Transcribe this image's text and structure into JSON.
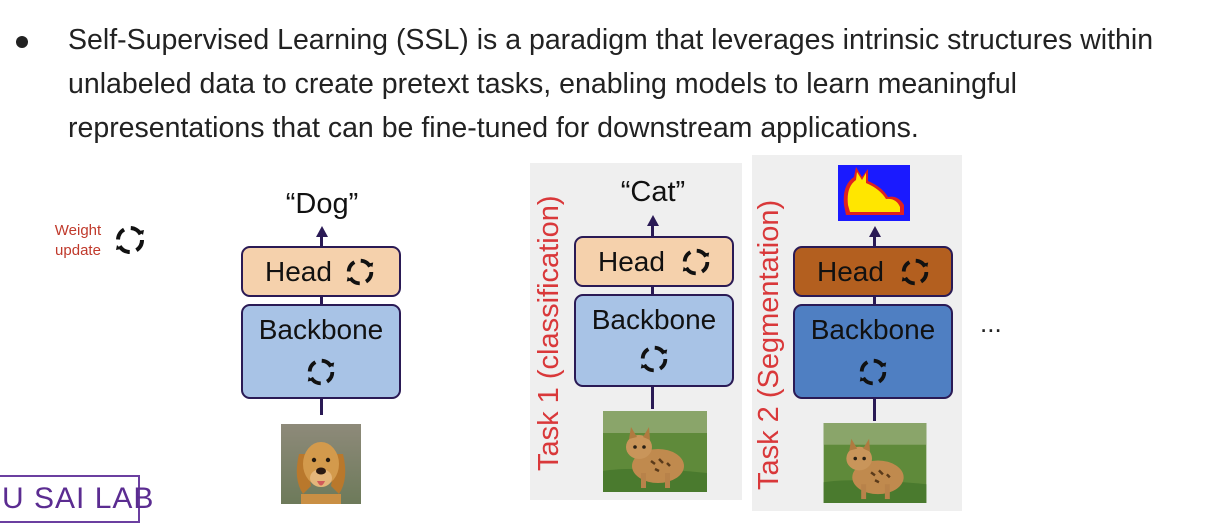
{
  "bullet": {
    "text": "Self-Supervised Learning (SSL) is a paradigm that leverages intrinsic structures within unlabeled data to create pretext tasks, enabling models to learn meaningful representations that can be fine-tuned for downstream applications."
  },
  "legend": {
    "label": "Weight update",
    "icon": "cycle-arrows-icon"
  },
  "pretraining": {
    "output": "“Dog”",
    "head": "Head",
    "backbone": "Backbone",
    "image": "dog-photo"
  },
  "task1": {
    "title": "Task 1 (classification)",
    "output": "“Cat”",
    "head": "Head",
    "backbone": "Backbone",
    "image": "cat-photo"
  },
  "task2": {
    "title": "Task 2 (Segmentation)",
    "output_image": "segmentation-mask",
    "head": "Head",
    "backbone": "Backbone",
    "image": "cat-photo"
  },
  "more": "...",
  "logo": "U SAI LAB",
  "colors": {
    "head_light": "#f5d1ac",
    "backbone_light": "#a8c3e6",
    "head_dark": "#b35f1f",
    "backbone_dark": "#4f7fc2",
    "border": "#2a1a55",
    "task_title": "#d9383a",
    "panel": "#efefef"
  }
}
